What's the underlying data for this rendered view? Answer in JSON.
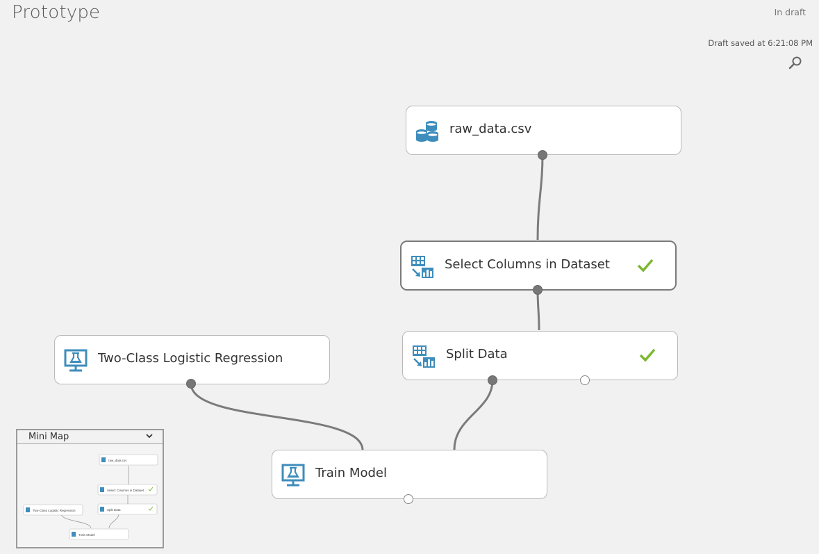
{
  "header": {
    "title": "Prototype",
    "status": "In draft",
    "saved_text": "Draft saved at 6:21:08 PM"
  },
  "modules": {
    "raw_data": {
      "label": "raw_data.csv",
      "icon": "dataset-icon"
    },
    "select_columns": {
      "label": "Select Columns in Dataset",
      "icon": "data-transform-icon",
      "status": "completed"
    },
    "split_data": {
      "label": "Split Data",
      "icon": "data-transform-icon",
      "status": "completed"
    },
    "logistic_regression": {
      "label": "Two-Class Logistic Regression",
      "icon": "model-icon"
    },
    "train_model": {
      "label": "Train Model",
      "icon": "model-icon"
    }
  },
  "minimap": {
    "title": "Mini Map",
    "items": {
      "raw_data": "raw_data.csv",
      "select_columns": "Select Columns in Dataset",
      "split_data": "Split Data",
      "logistic_regression": "Two-Class Logistic Regression",
      "train_model": "Train Model"
    }
  },
  "colors": {
    "icon_blue": "#3e8dbc",
    "check_green": "#7cb82f",
    "connector": "#7b7b7b",
    "canvas_bg": "#f1f1f1"
  }
}
